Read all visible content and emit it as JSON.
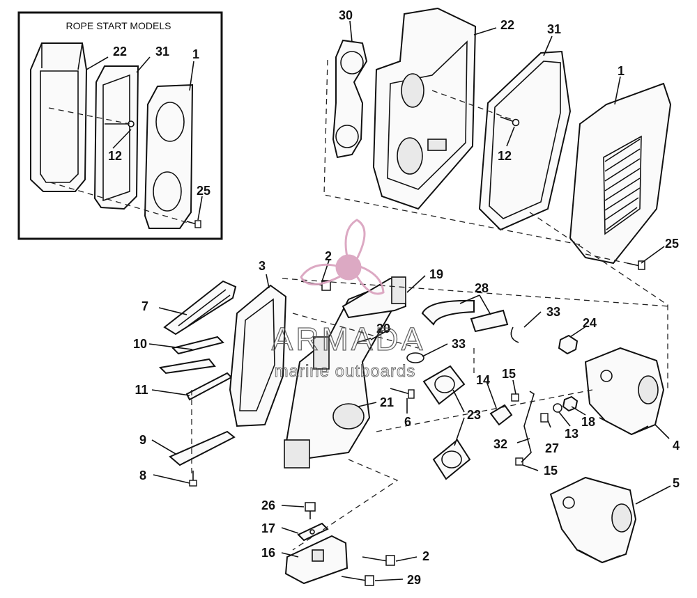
{
  "inset": {
    "title": "ROPE START MODELS",
    "callouts": [
      "22",
      "31",
      "1",
      "12",
      "25"
    ]
  },
  "callouts": {
    "c30": "30",
    "c22": "22",
    "c31": "31",
    "c1": "1",
    "c12": "12",
    "c25": "25",
    "c3": "3",
    "c2a": "2",
    "c19": "19",
    "c28": "28",
    "c33a": "33",
    "c24": "24",
    "c7": "7",
    "c20": "20",
    "c33b": "33",
    "c10": "10",
    "c15a": "15",
    "c14": "14",
    "c11": "11",
    "c21": "21",
    "c6": "6",
    "c23": "23",
    "c18": "18",
    "c13": "13",
    "c4": "4",
    "c9": "9",
    "c27": "27",
    "c32": "32",
    "c15b": "15",
    "c8": "8",
    "c5": "5",
    "c26": "26",
    "c17": "17",
    "c16": "16",
    "c2b": "2",
    "c29": "29"
  },
  "watermark": {
    "brand": "ARMADA",
    "tagline": "marine outboards",
    "logo_color": "#d9a0bd"
  }
}
